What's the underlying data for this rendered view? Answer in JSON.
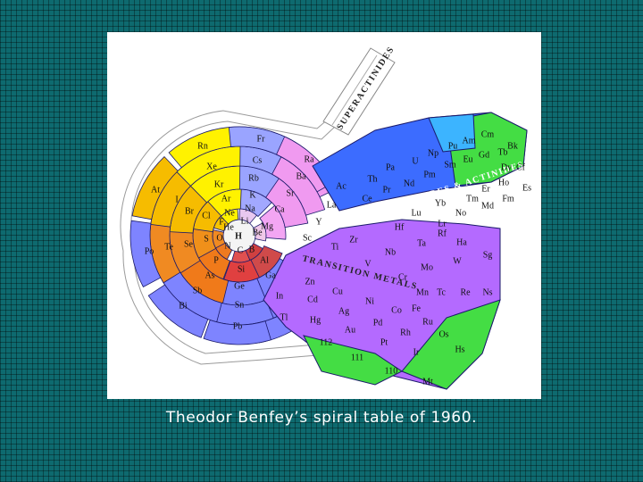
{
  "caption": "Theodor Benfey’s spiral table of 1960.",
  "diagram": {
    "band_labels": {
      "superactinides": "SUPERACTINIDES",
      "lanthanides_actinides": "LANTHANIDES & ACTINIDES",
      "transition_metals": "TRANSITION METALS"
    },
    "elements": [
      {
        "symbol": "H",
        "color": "#f4f4f4"
      },
      {
        "symbol": "He",
        "color": "#fff59a"
      },
      {
        "symbol": "Li",
        "color": "#e8c8f0"
      },
      {
        "symbol": "Be",
        "color": "#f0c8e8"
      },
      {
        "symbol": "B",
        "color": "#d04040"
      },
      {
        "symbol": "C",
        "color": "#e05050"
      },
      {
        "symbol": "N",
        "color": "#ee7a20"
      },
      {
        "symbol": "O",
        "color": "#f08a22"
      },
      {
        "symbol": "F",
        "color": "#f6c400"
      },
      {
        "symbol": "Ne",
        "color": "#fff200"
      },
      {
        "symbol": "Na",
        "color": "#a2a8ff"
      },
      {
        "symbol": "Mg",
        "color": "#f3a6f3"
      },
      {
        "symbol": "Al",
        "color": "#d04a4a"
      },
      {
        "symbol": "Si",
        "color": "#e04040"
      },
      {
        "symbol": "P",
        "color": "#f07a1a"
      },
      {
        "symbol": "S",
        "color": "#f0901a"
      },
      {
        "symbol": "Cl",
        "color": "#f6bc00"
      },
      {
        "symbol": "Ar",
        "color": "#fff200"
      },
      {
        "symbol": "K",
        "color": "#9aa4ff"
      },
      {
        "symbol": "Ca",
        "color": "#f09af0"
      },
      {
        "symbol": "Ga",
        "color": "#7e84ff"
      },
      {
        "symbol": "Ge",
        "color": "#7e84ff"
      },
      {
        "symbol": "As",
        "color": "#f07a1a"
      },
      {
        "symbol": "Se",
        "color": "#f08a22"
      },
      {
        "symbol": "Br",
        "color": "#f6bc00"
      },
      {
        "symbol": "Kr",
        "color": "#fff200"
      },
      {
        "symbol": "Rb",
        "color": "#9aa4ff"
      },
      {
        "symbol": "Sr",
        "color": "#f09af0"
      },
      {
        "symbol": "In",
        "color": "#7e84ff"
      },
      {
        "symbol": "Sn",
        "color": "#7e84ff"
      },
      {
        "symbol": "Sb",
        "color": "#7e84ff"
      },
      {
        "symbol": "Te",
        "color": "#f08a22"
      },
      {
        "symbol": "I",
        "color": "#f6bc00"
      },
      {
        "symbol": "Xe",
        "color": "#fff200"
      },
      {
        "symbol": "Cs",
        "color": "#9aa4ff"
      },
      {
        "symbol": "Ba",
        "color": "#f09af0"
      },
      {
        "symbol": "Tl",
        "color": "#7e84ff"
      },
      {
        "symbol": "Pb",
        "color": "#7e84ff"
      },
      {
        "symbol": "Bi",
        "color": "#7e84ff"
      },
      {
        "symbol": "Po",
        "color": "#7e84ff"
      },
      {
        "symbol": "At",
        "color": "#f6bc00"
      },
      {
        "symbol": "Rn",
        "color": "#fff200"
      },
      {
        "symbol": "Fr",
        "color": "#9aa4ff"
      },
      {
        "symbol": "Ra",
        "color": "#f09af0"
      },
      {
        "symbol": "Sc",
        "color": "#ff4a9a"
      },
      {
        "symbol": "Y",
        "color": "#ff4a9a"
      },
      {
        "symbol": "La",
        "color": "#ff4a9a"
      },
      {
        "symbol": "Ac",
        "color": "#ff4a9a"
      },
      {
        "symbol": "Ti",
        "color": "#ff4a9a"
      },
      {
        "symbol": "Zr",
        "color": "#ff4a9a"
      },
      {
        "symbol": "Hf",
        "color": "#b46aff"
      },
      {
        "symbol": "Rf",
        "color": "#b46aff"
      },
      {
        "symbol": "V",
        "color": "#b46aff"
      },
      {
        "symbol": "Nb",
        "color": "#b46aff"
      },
      {
        "symbol": "Ta",
        "color": "#b46aff"
      },
      {
        "symbol": "Ha",
        "color": "#b46aff"
      },
      {
        "symbol": "Cr",
        "color": "#b46aff"
      },
      {
        "symbol": "Mo",
        "color": "#b46aff"
      },
      {
        "symbol": "W",
        "color": "#b46aff"
      },
      {
        "symbol": "Sg",
        "color": "#b46aff"
      },
      {
        "symbol": "Mn",
        "color": "#b46aff"
      },
      {
        "symbol": "Tc",
        "color": "#b46aff"
      },
      {
        "symbol": "Re",
        "color": "#b46aff"
      },
      {
        "symbol": "Ns",
        "color": "#b46aff"
      },
      {
        "symbol": "Fe",
        "color": "#b46aff"
      },
      {
        "symbol": "Ru",
        "color": "#b46aff"
      },
      {
        "symbol": "Os",
        "color": "#9a4aff"
      },
      {
        "symbol": "Hs",
        "color": "#44dd44"
      },
      {
        "symbol": "Co",
        "color": "#b46aff"
      },
      {
        "symbol": "Rh",
        "color": "#b46aff"
      },
      {
        "symbol": "Ir",
        "color": "#9a4aff"
      },
      {
        "symbol": "Mt",
        "color": "#44dd44"
      },
      {
        "symbol": "Ni",
        "color": "#b46aff"
      },
      {
        "symbol": "Pd",
        "color": "#b46aff"
      },
      {
        "symbol": "Pt",
        "color": "#b46aff"
      },
      {
        "symbol": "110",
        "color": "#44dd44"
      },
      {
        "symbol": "Cu",
        "color": "#b46aff"
      },
      {
        "symbol": "Ag",
        "color": "#b46aff"
      },
      {
        "symbol": "Au",
        "color": "#9a4aff"
      },
      {
        "symbol": "111",
        "color": "#44dd44"
      },
      {
        "symbol": "Zn",
        "color": "#b46aff"
      },
      {
        "symbol": "Cd",
        "color": "#b46aff"
      },
      {
        "symbol": "Hg",
        "color": "#9a4aff"
      },
      {
        "symbol": "112",
        "color": "#44dd44"
      },
      {
        "symbol": "Ce",
        "color": "#3c6cff"
      },
      {
        "symbol": "Th",
        "color": "#3c6cff"
      },
      {
        "symbol": "Pr",
        "color": "#3c6cff"
      },
      {
        "symbol": "Pa",
        "color": "#3c6cff"
      },
      {
        "symbol": "Nd",
        "color": "#3c6cff"
      },
      {
        "symbol": "U",
        "color": "#3c6cff"
      },
      {
        "symbol": "Pm",
        "color": "#3c6cff"
      },
      {
        "symbol": "Np",
        "color": "#3c6cff"
      },
      {
        "symbol": "Sm",
        "color": "#3c6cff"
      },
      {
        "symbol": "Pu",
        "color": "#3c6cff"
      },
      {
        "symbol": "Eu",
        "color": "#3c6cff"
      },
      {
        "symbol": "Am",
        "color": "#3cb4ff"
      },
      {
        "symbol": "Gd",
        "color": "#3cb4ff"
      },
      {
        "symbol": "Cm",
        "color": "#3cb4ff"
      },
      {
        "symbol": "Tb",
        "color": "#3cb4ff"
      },
      {
        "symbol": "Bk",
        "color": "#3cb4ff"
      },
      {
        "symbol": "Dy",
        "color": "#44dd44"
      },
      {
        "symbol": "Cf",
        "color": "#44dd44"
      },
      {
        "symbol": "Ho",
        "color": "#44dd44"
      },
      {
        "symbol": "Es",
        "color": "#44dd44"
      },
      {
        "symbol": "Er",
        "color": "#44dd44"
      },
      {
        "symbol": "Fm",
        "color": "#44dd44"
      },
      {
        "symbol": "Tm",
        "color": "#44dd44"
      },
      {
        "symbol": "Md",
        "color": "#44dd44"
      },
      {
        "symbol": "Yb",
        "color": "#44dd44"
      },
      {
        "symbol": "No",
        "color": "#44dd44"
      },
      {
        "symbol": "Lu",
        "color": "#44dd44"
      },
      {
        "symbol": "Lr",
        "color": "#44dd44"
      }
    ]
  }
}
